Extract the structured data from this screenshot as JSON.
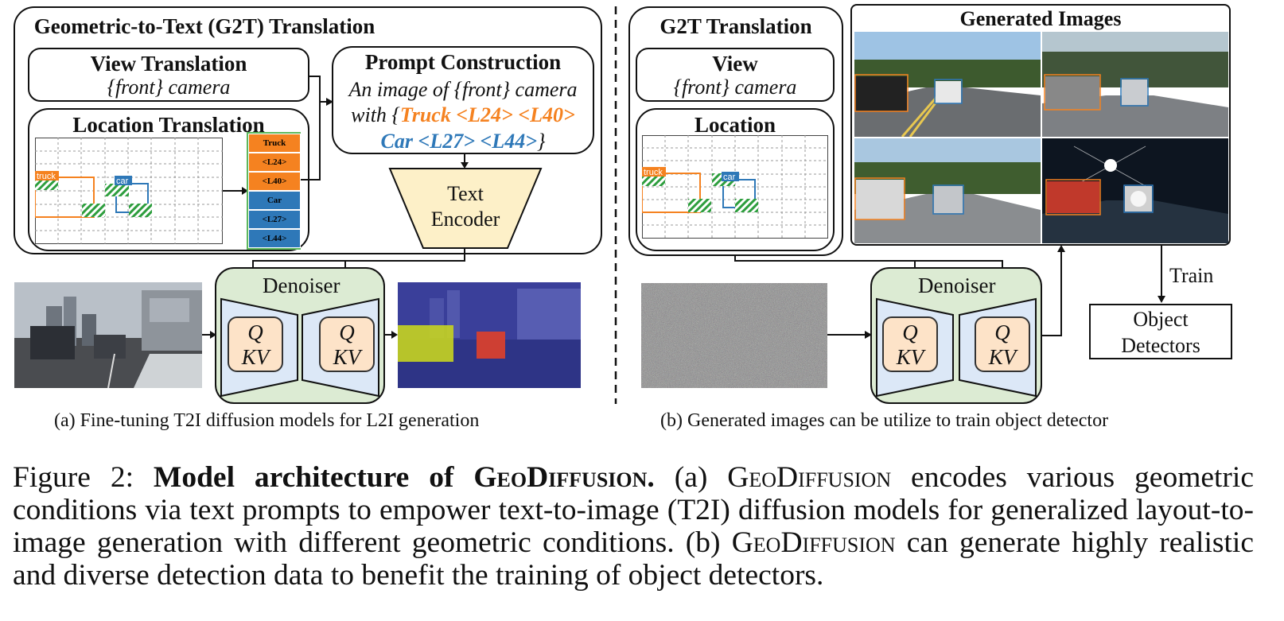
{
  "left_panel": {
    "title": "Geometric-to-Text (G2T) Translation",
    "view_box": {
      "title": "View Translation",
      "subtitle": "{front} camera"
    },
    "location_box": {
      "title": "Location Translation",
      "truck_tag": "truck",
      "car_tag": "car"
    },
    "tokens": [
      "Truck",
      "<L24>",
      "<L40>",
      "Car",
      "<L27>",
      "<L44>"
    ],
    "prompt_box": {
      "title": "Prompt Construction",
      "line1": "An image of {front} camera",
      "line2_prefix": "with {",
      "truck_phrase": "Truck <L24> <L40>",
      "car_phrase": "Car <L27> <L44>",
      "line3_suffix": "}"
    },
    "text_encoder": {
      "line1": "Text",
      "line2": "Encoder"
    },
    "denoiser": {
      "label": "Denoiser",
      "q": "Q",
      "kv": "KV"
    },
    "caption": "(a) Fine-tuning T2I diffusion models for L2I generation"
  },
  "right_panel": {
    "g2t_box": {
      "title": "G2T Translation",
      "view_title": "View",
      "view_subtitle": "{front} camera",
      "location_title": "Location",
      "truck_tag": "truck",
      "car_tag": "car"
    },
    "generated_title": "Generated Images",
    "denoiser": {
      "label": "Denoiser",
      "q": "Q",
      "kv": "KV"
    },
    "train_label": "Train",
    "detector": {
      "line1": "Object",
      "line2": "Detectors"
    },
    "caption": "(b) Generated images can be utilize to train object detector"
  },
  "figure_caption": {
    "prefix": "Figure 2: ",
    "bold_a": "Model architecture of ",
    "bold_b": "GeoDiffusion",
    "bold_c": ".",
    "part_a1": " (a) ",
    "name1": "GeoDiffusion",
    "part_a2": " encodes various geometric conditions via text prompts to empower text-to-image (T2I) diffusion models for generalized layout-to-image generation with different geometric conditions. (b) ",
    "name2": "GeoDiffusion",
    "part_b": " can generate highly realistic and diverse detection data to benefit the training of object detectors."
  },
  "colors": {
    "truck": "#f58220",
    "car": "#2e78b8",
    "denoiser_bg": "#dcebd3",
    "encoder_bg": "#fdf0c8",
    "qkv_bg": "#fde3c8",
    "trap_bg": "#dce8f7",
    "hatch": "#2e9e3e"
  }
}
